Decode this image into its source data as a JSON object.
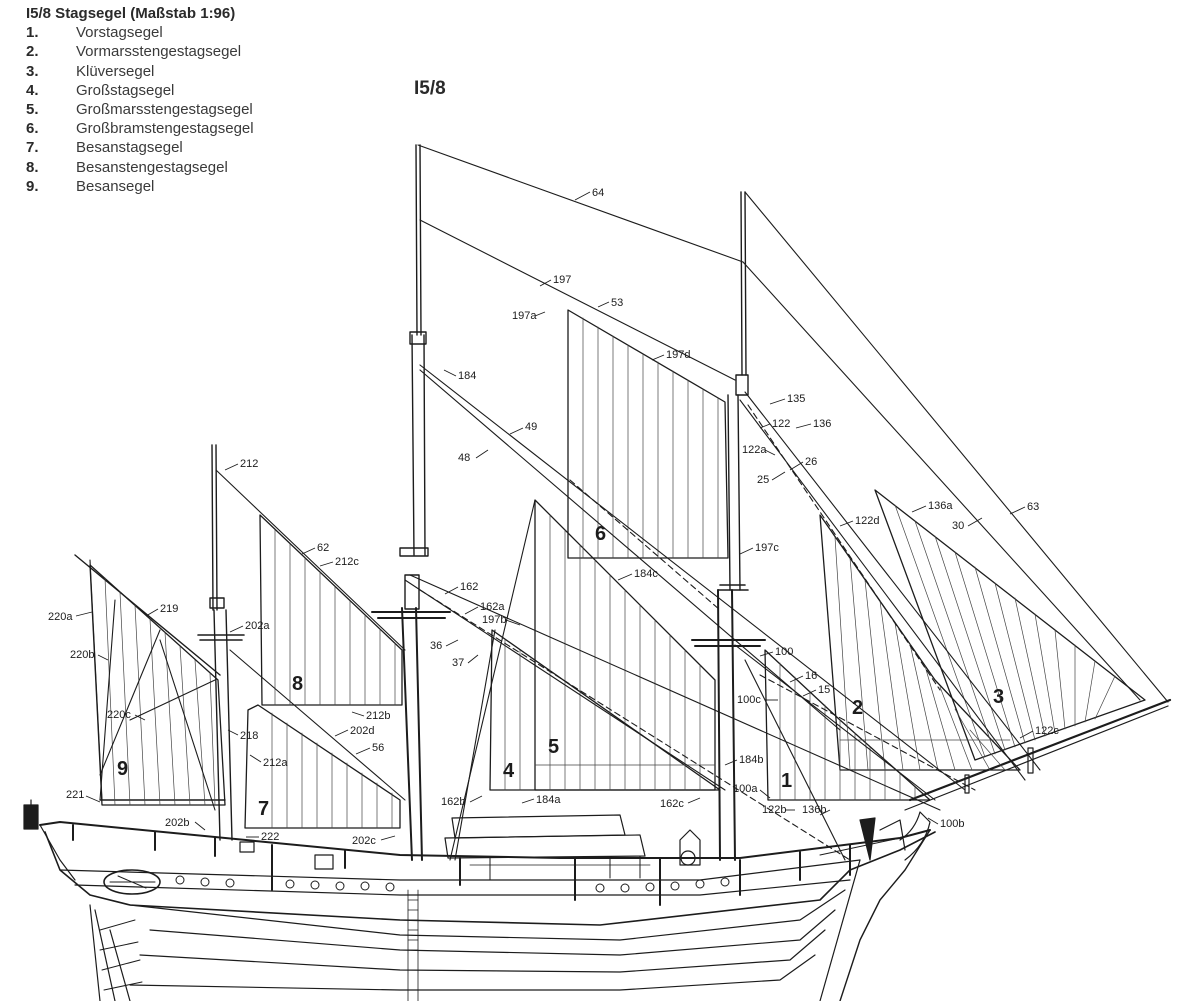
{
  "legend": {
    "title": "I5/8  Stagsegel (Maßstab 1:96)",
    "items": [
      {
        "num": "1.",
        "name": "Vorstagsegel"
      },
      {
        "num": "2.",
        "name": "Vormarsstengestagsegel"
      },
      {
        "num": "3.",
        "name": "Klüversegel"
      },
      {
        "num": "4.",
        "name": "Großstagsegel"
      },
      {
        "num": "5.",
        "name": "Großmarsstengestagsegel"
      },
      {
        "num": "6.",
        "name": "Großbramstengestagsegel"
      },
      {
        "num": "7.",
        "name": "Besanstagsegel"
      },
      {
        "num": "8.",
        "name": "Besanstengestagsegel"
      },
      {
        "num": "9.",
        "name": "Besansegel"
      }
    ]
  },
  "plate_id": "I5/8",
  "sail_numbers": [
    "1",
    "2",
    "3",
    "4",
    "5",
    "6",
    "7",
    "8",
    "9"
  ],
  "callouts": [
    "64",
    "197",
    "197a",
    "53",
    "197d",
    "184",
    "49",
    "48",
    "135",
    "136",
    "122",
    "122a",
    "26",
    "25",
    "136a",
    "63",
    "30",
    "122d",
    "197c",
    "212",
    "62",
    "212c",
    "162",
    "162a",
    "197b",
    "36",
    "37",
    "184c",
    "220a",
    "219",
    "202a",
    "220b",
    "220c",
    "218",
    "212b",
    "202d",
    "56",
    "212a",
    "100",
    "16",
    "15",
    "100c",
    "122c",
    "184b",
    "100a",
    "122b",
    "136b",
    "100b",
    "221",
    "202b",
    "222",
    "202c",
    "162b",
    "184a",
    "162c"
  ]
}
